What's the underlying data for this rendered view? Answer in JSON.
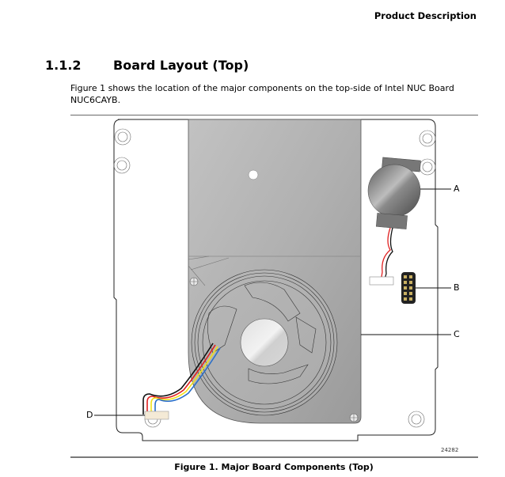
{
  "header": {
    "running_title": "Product Description"
  },
  "section": {
    "number": "1.1.2",
    "title": "Board Layout (Top)",
    "intro_line1": "Figure 1 shows the location of the major components on the top-side of Intel NUC Board",
    "intro_line2": "NUC6CAYB."
  },
  "figure": {
    "callouts": [
      {
        "label": "A",
        "component": "battery"
      },
      {
        "label": "B",
        "component": "pin-header"
      },
      {
        "label": "C",
        "component": "heatsink-fan-assembly"
      },
      {
        "label": "D",
        "component": "fan-connector"
      }
    ],
    "figure_id": "24282",
    "caption": "Figure 1.  Major Board Components (Top)",
    "wire_colors": {
      "black": "#111111",
      "red": "#e02020",
      "yellow": "#f2e21a",
      "blue": "#2a6fc9"
    }
  }
}
